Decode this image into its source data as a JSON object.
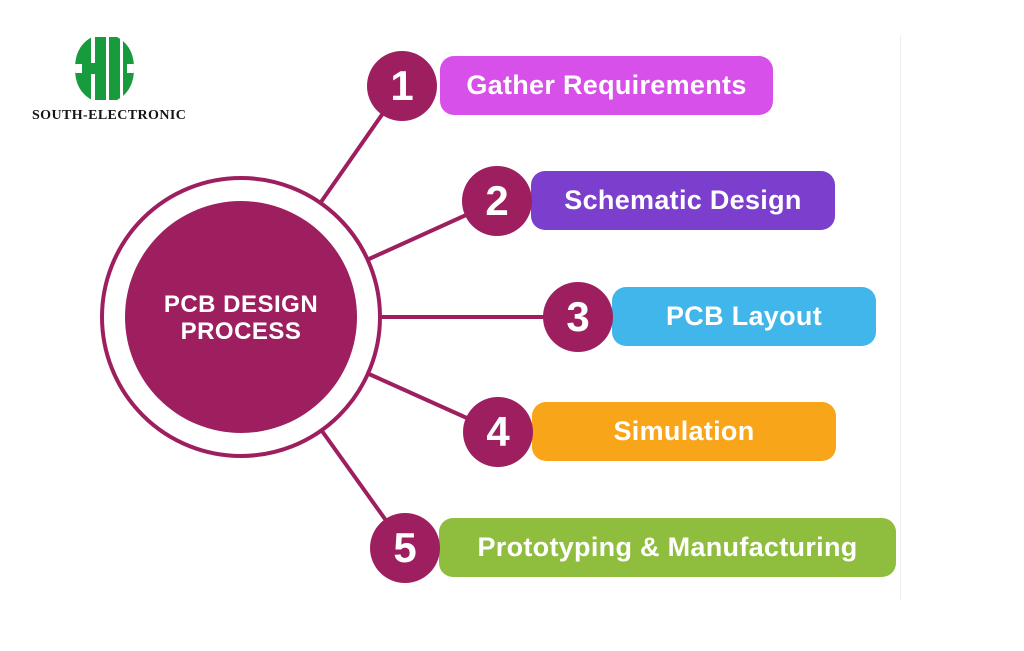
{
  "logo": {
    "text": "SOUTH-ELECTRONIC",
    "icon": "hh-emblem-icon",
    "color": "#189B3C"
  },
  "hub": {
    "line1": "PCB DESIGN",
    "line2": "PROCESS",
    "fill": "#9E1F5F"
  },
  "steps": [
    {
      "number": "1",
      "label": "Gather Requirements",
      "color": "#D750EA"
    },
    {
      "number": "2",
      "label": "Schematic Design",
      "color": "#7B3ECD"
    },
    {
      "number": "3",
      "label": "PCB Layout",
      "color": "#41B6EA"
    },
    {
      "number": "4",
      "label": "Simulation",
      "color": "#F9A51A"
    },
    {
      "number": "5",
      "label": "Prototyping & Manufacturing",
      "color": "#8FBE3E"
    }
  ],
  "colors": {
    "connector": "#9E1F5F",
    "badge": "#9E1F5F",
    "background": "#FFFFFF",
    "text_on_bars": "#FFFFFF"
  }
}
